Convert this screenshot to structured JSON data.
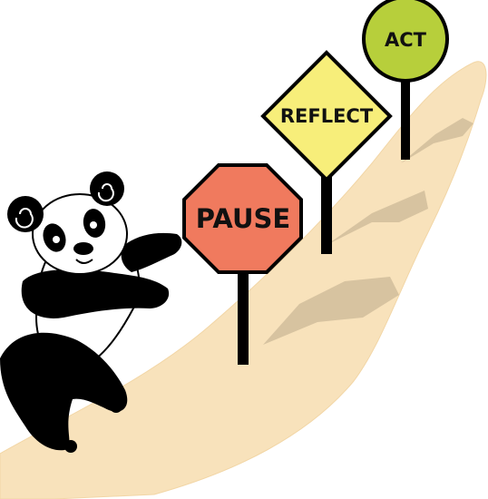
{
  "signs": {
    "pause": {
      "label": "PAUSE",
      "color": "#f07a5e"
    },
    "reflect": {
      "label": "REFLECT",
      "color": "#f7ee7a"
    },
    "act": {
      "label": "ACT",
      "color": "#b7cf3b"
    }
  },
  "path_color": "#f8e2bb",
  "shadow_color": "#d7c3a0",
  "panda_color": "#000000"
}
